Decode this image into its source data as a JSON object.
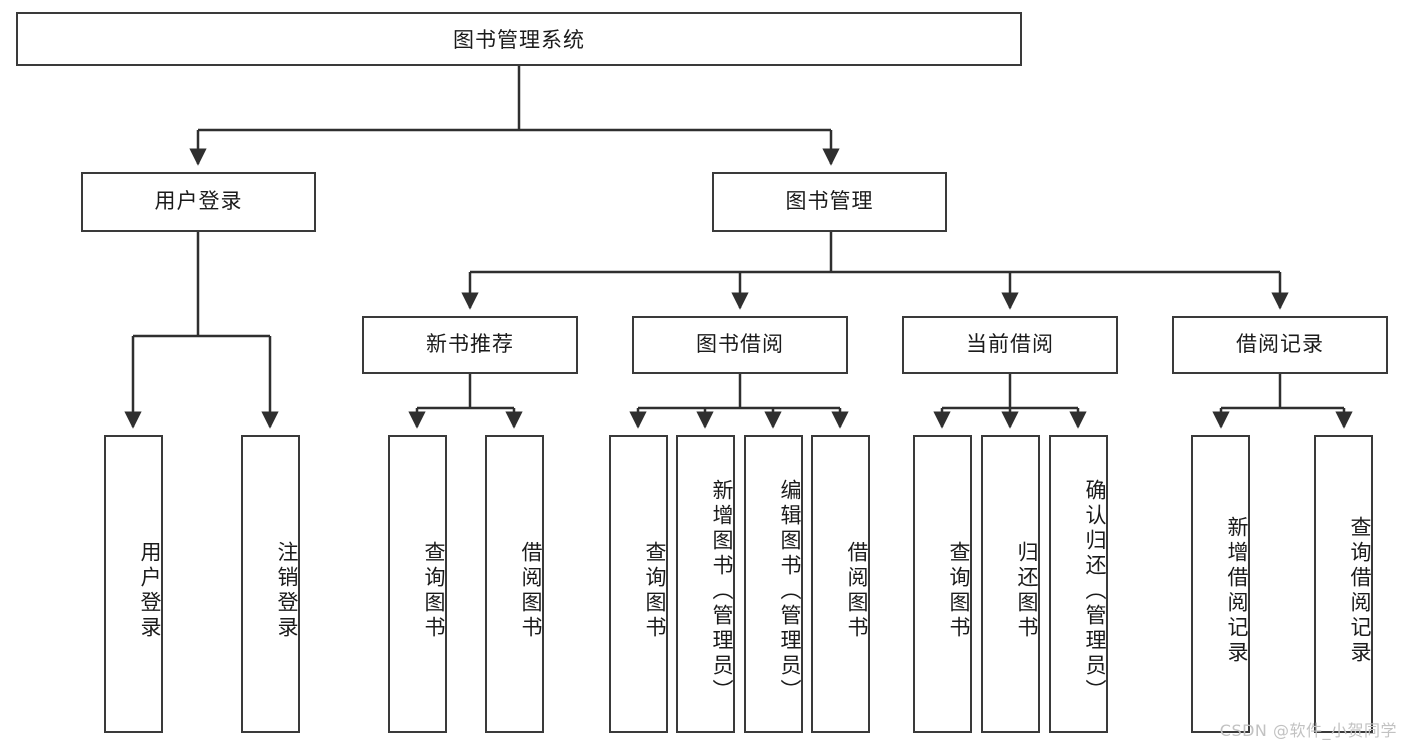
{
  "diagram": {
    "title": "图书管理系统",
    "watermark": "CSDN @软件_小贺同学",
    "colors": {
      "box_border": "#3a3a3a",
      "box_fill": "#ffffff",
      "connector": "#2f2f2f",
      "text": "#1b1b1b",
      "watermark": "#c2c2c2",
      "background": "#ffffff"
    },
    "nodes": {
      "root": "图书管理系统",
      "level2": [
        "用户登录",
        "图书管理"
      ],
      "level3": [
        "新书推荐",
        "图书借阅",
        "当前借阅",
        "借阅记录"
      ],
      "leaves_user_login": [
        "用户登录",
        "注销登录"
      ],
      "leaves_new_book": [
        "查询图书",
        "借阅图书"
      ],
      "leaves_borrow": [
        "查询图书",
        "新增图书（管理员）",
        "编辑图书（管理员）",
        "借阅图书"
      ],
      "leaves_current": [
        "查询图书",
        "归还图书",
        "确认归还（管理员）"
      ],
      "leaves_records": [
        "新增借阅记录",
        "查询借阅记录"
      ]
    }
  }
}
